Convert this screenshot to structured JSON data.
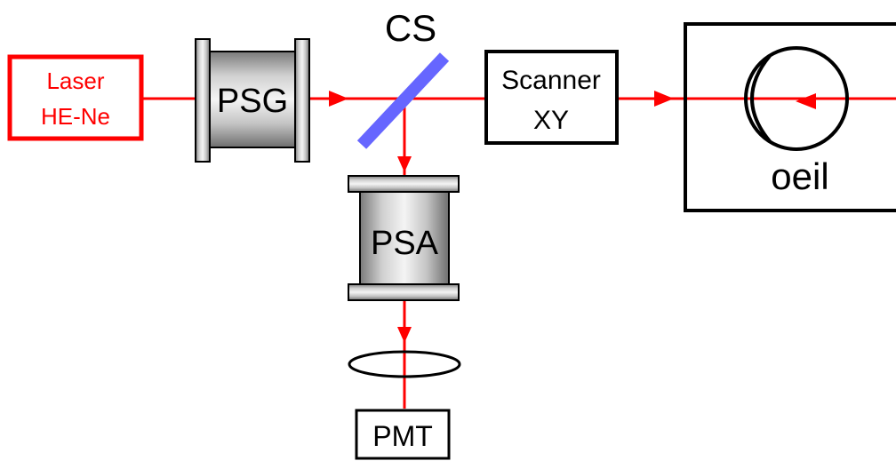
{
  "diagram": {
    "laser": {
      "line1": "Laser",
      "line2": "HE-Ne"
    },
    "psg": {
      "label": "PSG"
    },
    "cs": {
      "label": "CS"
    },
    "scanner": {
      "line1": "Scanner",
      "line2": "XY"
    },
    "eye": {
      "label": "oeil"
    },
    "psa": {
      "label": "PSA"
    },
    "pmt": {
      "label": "PMT"
    }
  },
  "colors": {
    "beam": "#ff0000",
    "laser_box": "#ff0000",
    "beam_splitter": "#6666ff",
    "outline": "#000000"
  }
}
